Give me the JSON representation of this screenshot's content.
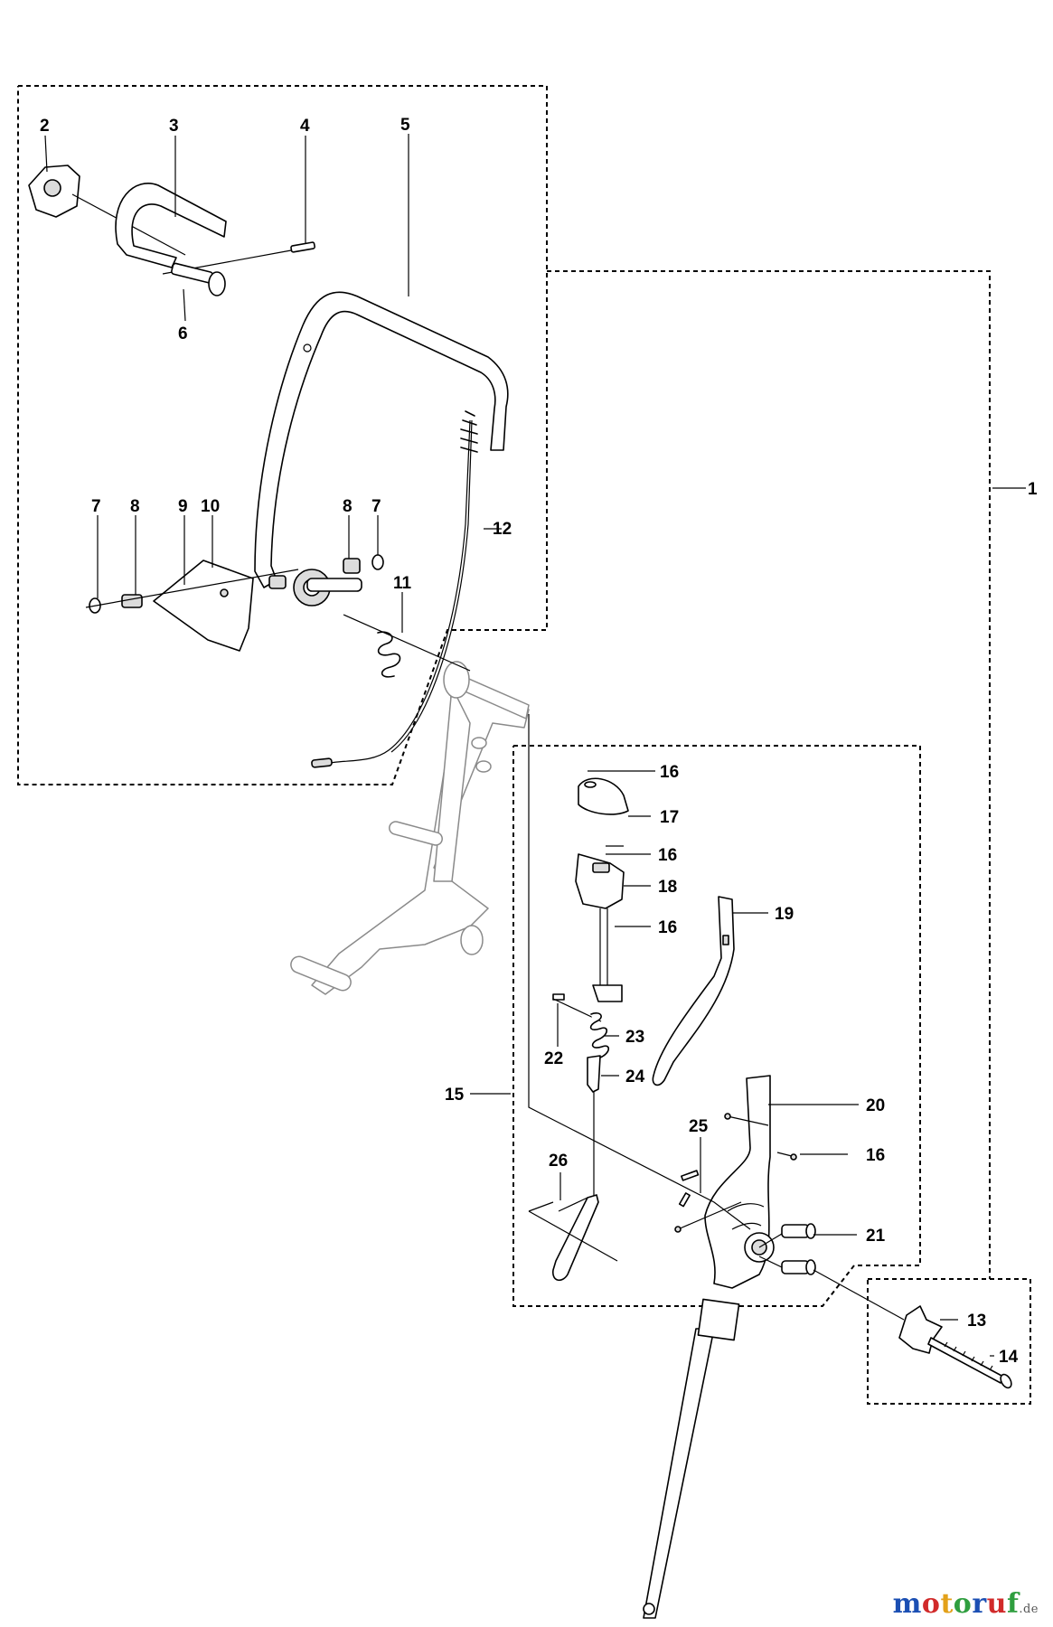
{
  "diagram": {
    "callouts": {
      "c1": "1",
      "c2": "2",
      "c3": "3",
      "c4": "4",
      "c5": "5",
      "c6": "6",
      "c7a": "7",
      "c7b": "7",
      "c8a": "8",
      "c8b": "8",
      "c9": "9",
      "c10": "10",
      "c11": "11",
      "c12": "12",
      "c13": "13",
      "c14": "14",
      "c15": "15",
      "c16a": "16",
      "c16b": "16",
      "c16c": "16",
      "c16d": "16",
      "c17": "17",
      "c18": "18",
      "c19": "19",
      "c20": "20",
      "c21": "21",
      "c22": "22",
      "c23": "23",
      "c24": "24",
      "c25": "25",
      "c26": "26"
    }
  },
  "watermark": {
    "brand": "motoruf",
    "domain": ".de",
    "colors": [
      "#1b4fb3",
      "#d12a2a",
      "#e3a11a",
      "#2f9e3f",
      "#1b4fb3",
      "#d12a2a",
      "#2f9e3f"
    ]
  }
}
